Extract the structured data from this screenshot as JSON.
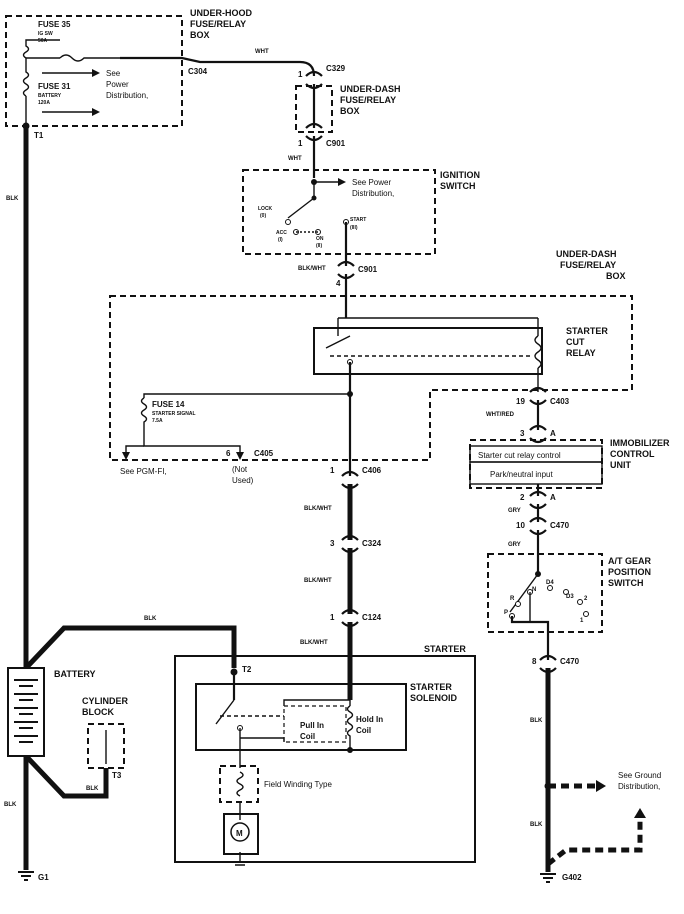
{
  "boxes": {
    "underhood": [
      "UNDER-HOOD",
      "FUSE/RELAY",
      "BOX"
    ],
    "underdash_top": [
      "UNDER-DASH",
      "FUSE/RELAY",
      "BOX"
    ],
    "ignition": [
      "IGNITION",
      "SWITCH"
    ],
    "underdash_main": [
      "UNDER-DASH",
      "FUSE/RELAY",
      "BOX"
    ],
    "starter_cut_relay": [
      "STARTER",
      "CUT",
      "RELAY"
    ],
    "immobilizer": [
      "IMMOBILIZER",
      "CONTROL",
      "UNIT"
    ],
    "at_gear": [
      "A/T GEAR",
      "POSITION",
      "SWITCH"
    ],
    "starter": "STARTER",
    "starter_solenoid": [
      "STARTER",
      "SOLENOID"
    ],
    "battery": "BATTERY",
    "cylinder_block": [
      "CYLINDER",
      "BLOCK"
    ]
  },
  "fuses": {
    "fuse35": {
      "name": "FUSE 35",
      "desc": "IG SW",
      "rating": "50A"
    },
    "fuse31": {
      "name": "FUSE 31",
      "desc": "BATTERY",
      "rating": "120A"
    },
    "fuse14": {
      "name": "FUSE 14",
      "desc": "STARTER SIGNAL",
      "rating": "7.5A"
    }
  },
  "refs": {
    "power_dist_top": [
      "See",
      "Power",
      "Distribution,"
    ],
    "power_dist_ign": [
      "See Power",
      "Distribution,"
    ],
    "pgmfi": "See PGM-FI,",
    "not_used": [
      "(Not",
      "Used)"
    ],
    "ground_dist": [
      "See Ground",
      "Distribution,"
    ]
  },
  "ignition_positions": {
    "lock": [
      "LOCK",
      "(0)"
    ],
    "acc": [
      "ACC",
      "(I)"
    ],
    "on": [
      "ON",
      "(II)"
    ],
    "start": [
      "START",
      "(III)"
    ]
  },
  "connectors": {
    "c304": "C304",
    "c329": "C329",
    "c329_pin": "1",
    "c901a": "C901",
    "c901a_pin": "1",
    "c901b": "C901",
    "c901b_pin": "4",
    "c403": "C403",
    "c403_pin": "19",
    "c405": "C405",
    "c405_pin": "6",
    "c406": "C406",
    "c406_pin": "1",
    "c324": "C324",
    "c324_pin": "3",
    "c124": "C124",
    "c124_pin": "1",
    "c470a": "C470",
    "c470a_pin": "10",
    "c470b": "C470",
    "c470b_pin": "8",
    "imm_a_pin": "3",
    "imm_a": "A",
    "imm_b_pin": "2",
    "imm_b": "A",
    "t1": "T1",
    "t2": "T2",
    "t3": "T3",
    "g1": "G1",
    "g402": "G402"
  },
  "wires": {
    "wht_top": "WHT",
    "wht_c901": "WHT",
    "blk_left": "BLK",
    "blkwht_ign": "BLK/WHT",
    "whtred": "WHT/RED",
    "gry1": "GRY",
    "gry2": "GRY",
    "blkwht1": "BLK/WHT",
    "blkwht2": "BLK/WHT",
    "blkwht3": "BLK/WHT",
    "blk_batt": "BLK",
    "blk_cyl": "BLK",
    "blk_g1": "BLK",
    "blk_r1": "BLK",
    "blk_r2": "BLK"
  },
  "immobilizer_inputs": [
    "Starter cut relay control",
    "Park/neutral input"
  ],
  "gear_positions": [
    "P",
    "R",
    "N",
    "D4",
    "D3",
    "2",
    "1"
  ],
  "coils": {
    "pull_in": [
      "Pull In",
      "Coil"
    ],
    "hold_in": [
      "Hold In",
      "Coil"
    ]
  },
  "field_winding": "Field Winding Type",
  "motor_symbol": "M"
}
